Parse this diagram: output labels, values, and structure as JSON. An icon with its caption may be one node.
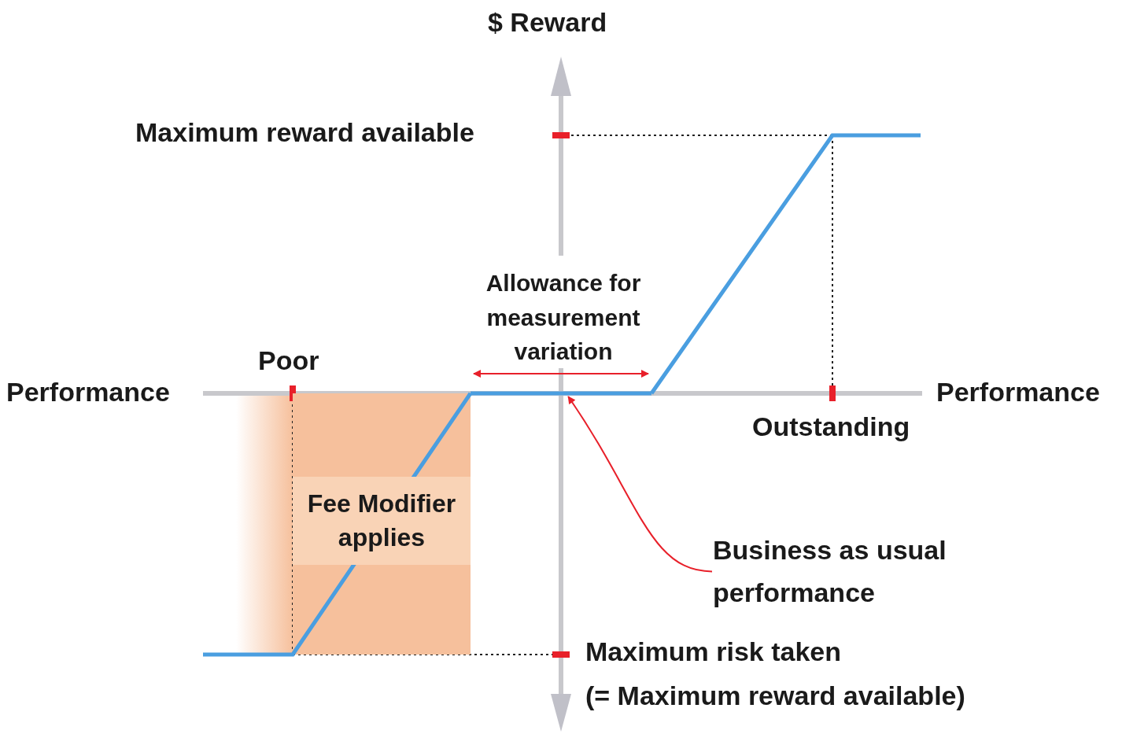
{
  "diagram": {
    "nodes": [
      {
        "text": [
          "Fee Modifier applies"
        ]
      },
      {
        "text": [
          "Business as usual performance"
        ]
      },
      {
        "text": [],
        "shape": "bar"
      }
    ],
    "edges": [
      {
        "from": 1,
        "to": 2,
        "arrow": "to",
        "color": "#e8202a"
      }
    ],
    "labels": [
      "$ Reward",
      "Maximum reward available",
      "Allowance for measurement variation",
      "Poor",
      "Performance",
      "Performance",
      "Outstanding",
      "Maximum risk taken",
      "(= Maximum reward available)"
    ]
  }
}
